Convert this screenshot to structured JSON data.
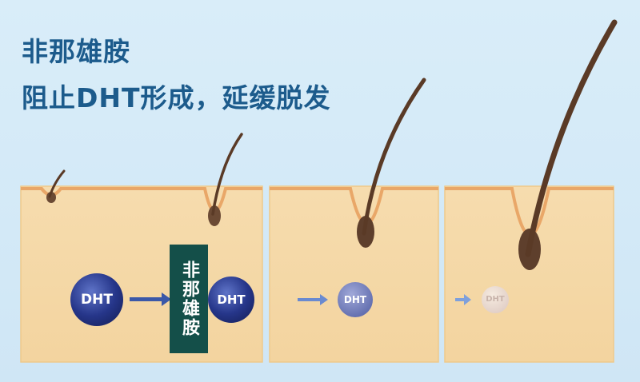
{
  "headline": {
    "line1": "非那雄胺",
    "line2": "阻止DHT形成，延缓脱发"
  },
  "drug_label": "非那雄胺",
  "dht_labels": [
    "DHT",
    "DHT",
    "DHT",
    "DHT"
  ],
  "colors": {
    "background": "#d6ebf8",
    "headline": "#1c5b8c",
    "scalp": "#f6dcae",
    "scalp_edge": "#e9a768",
    "hair": "#5a3a26",
    "dht_dark": "#26368a",
    "label_bg": "#144f49"
  }
}
